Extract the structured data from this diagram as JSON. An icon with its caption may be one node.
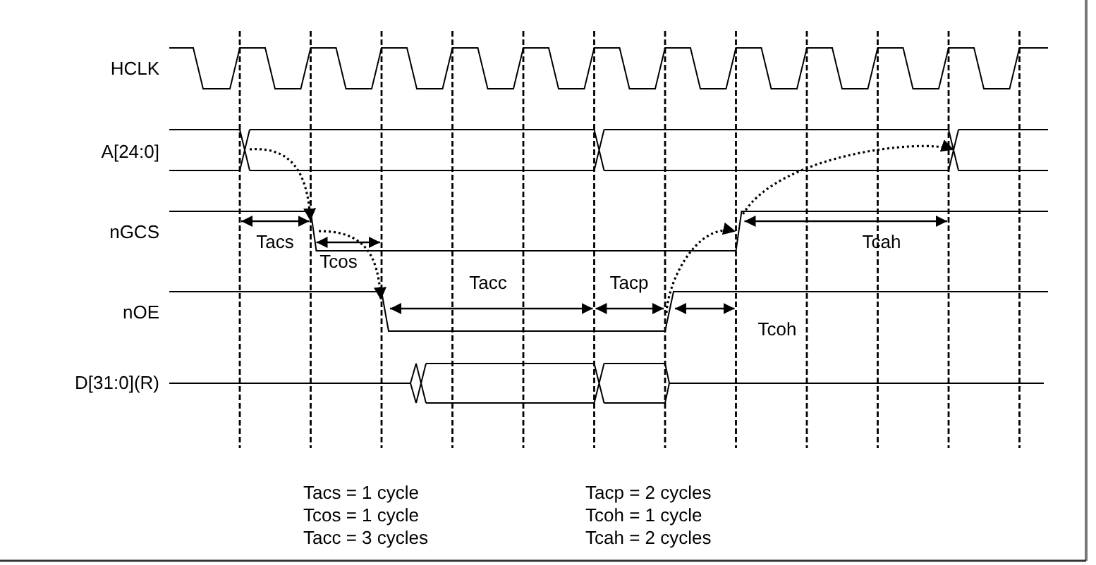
{
  "diagram": {
    "labels": [
      "HCLK",
      "A[24:0]",
      "nGCS",
      "nOE",
      "D[31:0](R)",
      "Tacs",
      "Tcos",
      "Tacc",
      "Tacp",
      "Tcoh",
      "Tcah",
      "Tacs = 1 cycle",
      "Tacp = 2 cycles",
      "Tcos = 1 cycle",
      "Tcoh = 1 cycle",
      "Tacc = 3 cycles",
      "Tcah = 2 cycles"
    ]
  }
}
